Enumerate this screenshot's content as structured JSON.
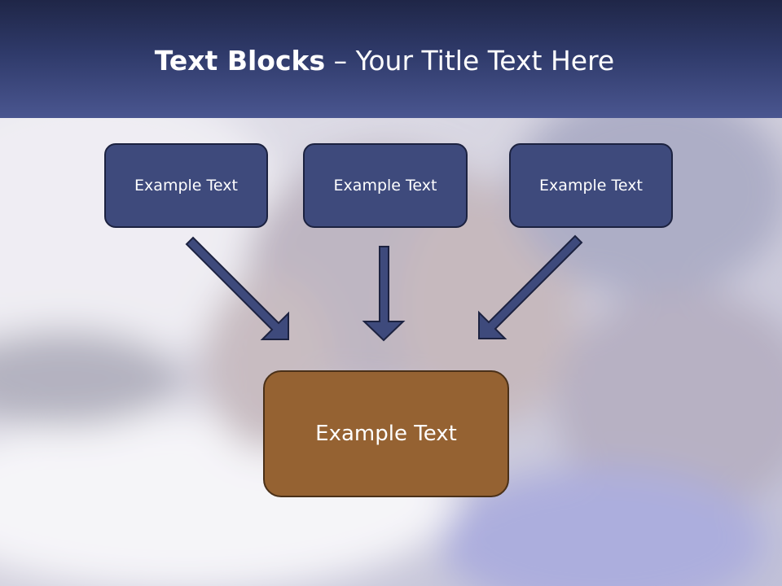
{
  "slide": {
    "title_bold": "Text Blocks",
    "title_rest": " – Your Title Text Here",
    "blocks": [
      {
        "label": "Example Text"
      },
      {
        "label": "Example Text"
      },
      {
        "label": "Example Text"
      }
    ],
    "main_block": {
      "label": "Example Text"
    }
  },
  "colors": {
    "header_top": "#1f2647",
    "header_bottom": "#4a5690",
    "block_fill": "#3e4a7c",
    "main_fill": "#956232",
    "arrow_fill": "#3e4a7c"
  },
  "icons": {
    "arrows": [
      "arrow-down-right-icon",
      "arrow-down-icon",
      "arrow-down-left-icon"
    ]
  }
}
